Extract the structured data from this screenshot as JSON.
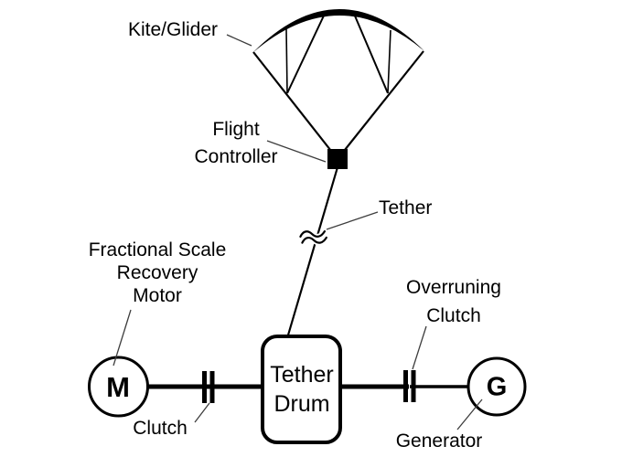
{
  "colors": {
    "ink": "#000000",
    "background": "#ffffff",
    "leader_line": "#3d3d3d"
  },
  "components": {
    "kite": {
      "label": "Kite/Glider"
    },
    "flight_controller": {
      "label_lines": [
        "Flight",
        "Controller"
      ]
    },
    "tether": {
      "label": "Tether"
    },
    "recovery_motor": {
      "label_lines": [
        "Fractional Scale",
        "Recovery",
        "Motor"
      ],
      "symbol": "M"
    },
    "clutch": {
      "label": "Clutch"
    },
    "tether_drum": {
      "label_lines": [
        "Tether",
        "Drum"
      ]
    },
    "overrunning_clutch": {
      "label_lines": [
        "Overruning",
        "Clutch"
      ]
    },
    "generator": {
      "label": "Generator",
      "symbol": "G"
    }
  }
}
